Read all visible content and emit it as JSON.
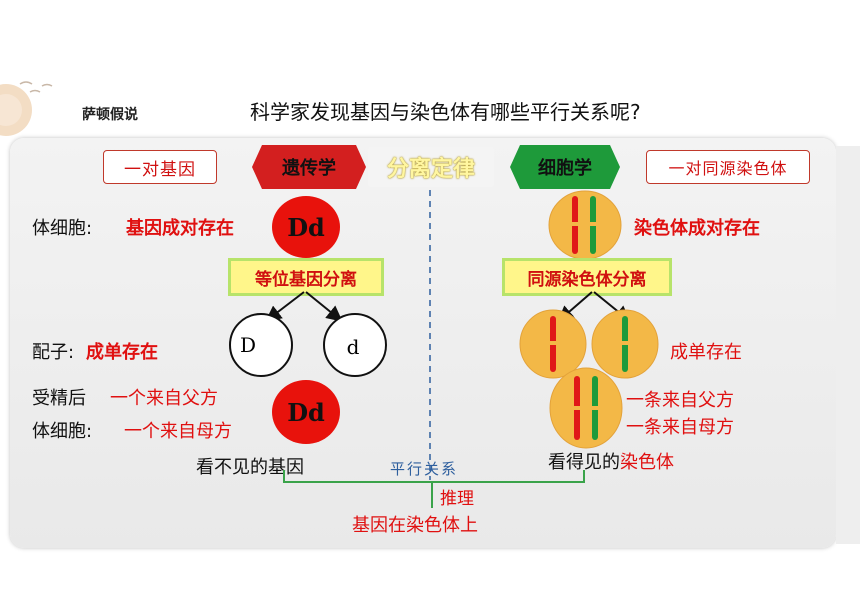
{
  "header": {
    "section_title": "萨顿假说",
    "question": "科学家发现基因与染色体有哪些平行关系呢?"
  },
  "left": {
    "label_box": "一对基因",
    "tag": "遗传学",
    "somatic_label": "体细胞:",
    "somatic_value": "基因成对存在",
    "genotype": "Dd",
    "separation": "等位基因分离",
    "gamete_label": "配子:",
    "gamete_value": "成单存在",
    "gamete_1": "D",
    "gamete_2": "d",
    "fert_label": "受精后",
    "fert_value": "一个来自父方",
    "somatic2_label": "体细胞:",
    "somatic2_value": "一个来自母方",
    "genotype2": "Dd",
    "invisible_prefix": "看不见的",
    "invisible_red": "基因"
  },
  "center": {
    "law": "分离定律",
    "parallel": "平行关系",
    "infer": "推理",
    "conclusion": "基因在染色体上"
  },
  "right": {
    "label_box": "一对同源染色体",
    "tag": "细胞学",
    "pair_text": "染色体成对存在",
    "separation": "同源染色体分离",
    "single_text": "成单存在",
    "from_father": "一条来自父方",
    "from_mother": "一条来自母方",
    "visible_prefix": "看得见的",
    "visible_red": "染色体"
  },
  "colors": {
    "red": "#e01010",
    "arrow_tag": "#d31f1f",
    "green_tag": "#1e9a3a",
    "yellow": "#fff68a",
    "cell": "#f3b847"
  }
}
